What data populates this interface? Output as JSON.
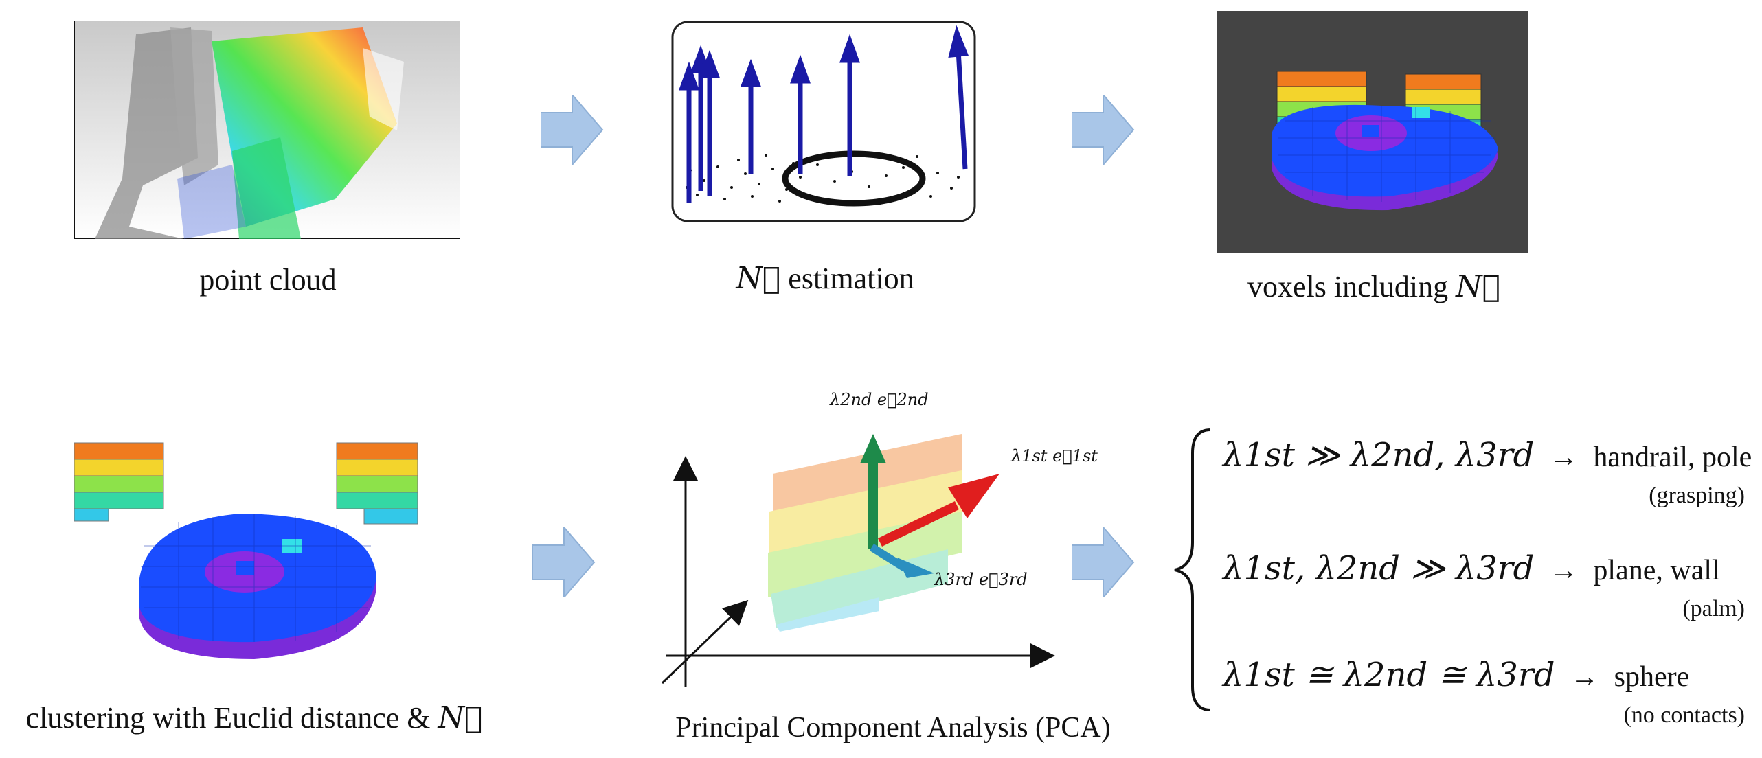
{
  "captions": {
    "point_cloud": "point cloud",
    "n_estimation_symbol": "N⃗",
    "n_estimation_text": " estimation",
    "voxels_text": "voxels including ",
    "voxels_symbol": "N⃗",
    "clustering_text": "clustering with Euclid distance & ",
    "clustering_symbol": "N⃗",
    "pca": "Principal Component Analysis (PCA)"
  },
  "pca_labels": {
    "e2": "λ2nd e⃗2nd",
    "e1": "λ1st e⃗1st",
    "e3": "λ3rd e⃗3rd"
  },
  "rules": [
    {
      "expr": "λ1st ≫ λ2nd, λ3rd",
      "arrow": "→",
      "label": "handrail, pole",
      "note": "(grasping)"
    },
    {
      "expr": "λ1st, λ2nd ≫ λ3rd",
      "arrow": "→",
      "label": "plane, wall",
      "note": "(palm)"
    },
    {
      "expr": "λ1st ≅ λ2nd ≅ λ3rd",
      "arrow": "→",
      "label": "sphere",
      "note": "(no contacts)"
    }
  ],
  "colors": {
    "flow_arrow": "#a9c6e8",
    "voxel_blue": "#1a4dff",
    "voxel_purple": "#7a2bd9",
    "dark_bg": "#444444",
    "normal_arrow": "#1a1aa6"
  }
}
